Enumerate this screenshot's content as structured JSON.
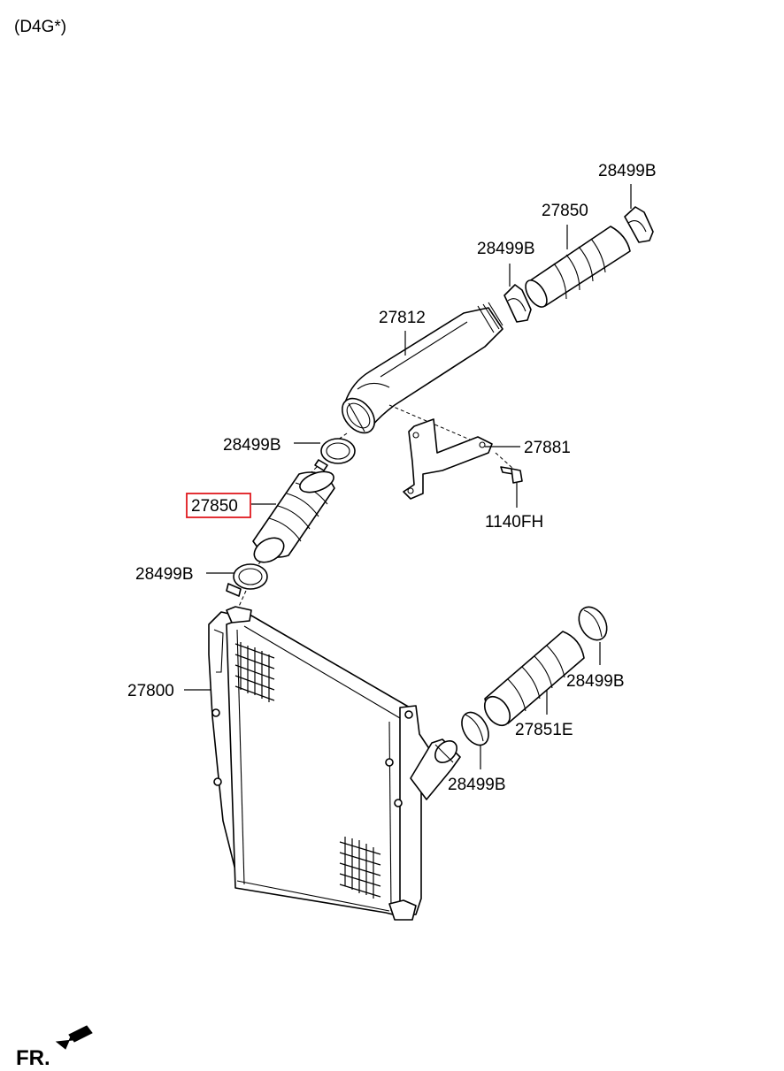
{
  "header": {
    "engine_code": "(D4G*)"
  },
  "labels": {
    "clamp_top": "28499B",
    "hose_top": "27850",
    "clamp_upper_pipe": "28499B",
    "pipe": "27812",
    "bracket": "27881",
    "clamp_mid": "28499B",
    "hose_highlighted": "27850",
    "bolt": "1140FH",
    "clamp_lower": "28499B",
    "intercooler": "27800",
    "clamp_right_top": "28499B",
    "hose_outlet": "27851E",
    "clamp_right_bottom": "28499B"
  },
  "highlight": {
    "part": "27850",
    "color": "#e0191f"
  },
  "footer": {
    "front_indicator": "FR."
  }
}
